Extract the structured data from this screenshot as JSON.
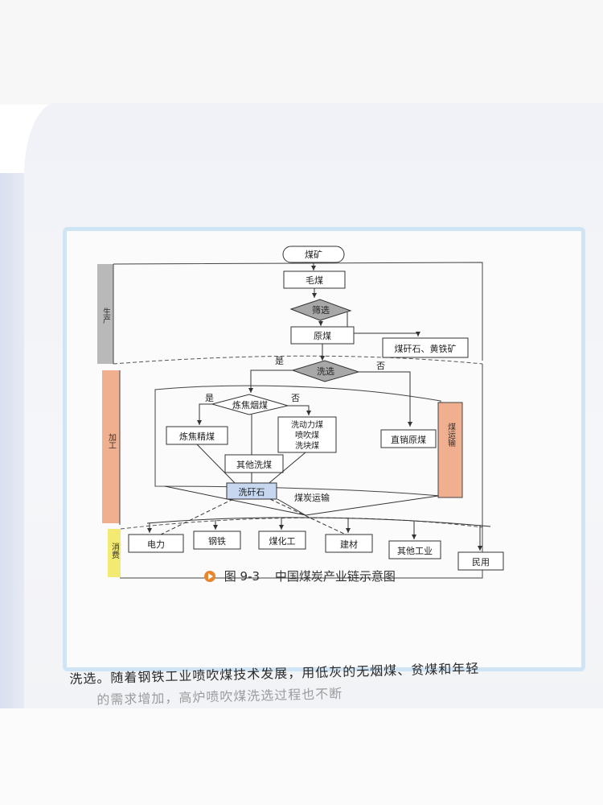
{
  "figure": {
    "caption_number": "图 9-3",
    "caption_title": "中国煤炭产业链示意图",
    "stages": {
      "production": "生产",
      "processing": "加工",
      "consumption": "消费"
    },
    "nodes": {
      "mine": "煤矿",
      "raw_coal": "毛煤",
      "screening": "筛选",
      "run_of_mine_coal": "原煤",
      "gangue_pyrite": "煤矸石、黄铁矿",
      "washing": "洗选",
      "washing_yes": "是",
      "washing_no": "否",
      "coking_coal": "炼焦烟煤",
      "coking_yes": "是",
      "coking_no": "否",
      "clean_coking_coal": "炼焦精煤",
      "washed_steam_coal_1": "洗动力煤",
      "washed_steam_coal_2": "喷吹煤",
      "washed_steam_coal_3": "洗块煤",
      "direct_raw_coal": "直销原煤",
      "other_washed_coal": "其他洗煤",
      "washing_gangue": "洗矸石",
      "coal_transport": "煤炭运输",
      "side_label": "煤运输"
    },
    "consumers": [
      "电力",
      "钢铁",
      "煤化工",
      "建材",
      "其他工业",
      "民用"
    ]
  },
  "page_text": {
    "line1": "洗选。随着钢铁工业喷吹煤技术发展，用低灰的无烟煤、贫煤和年轻",
    "line2": "的需求增加，高炉喷吹煤洗选过程也不断"
  },
  "colors": {
    "frame_border": "#cfe4f4",
    "production_bar": "#b9b9b9",
    "processing_bar": "#f0b08f",
    "consumption_bar": "#f2ea72",
    "diamond_fill": "#a8a8a8",
    "gangue_fill": "#c6d7ef",
    "caption_icon": "#e8862f"
  }
}
